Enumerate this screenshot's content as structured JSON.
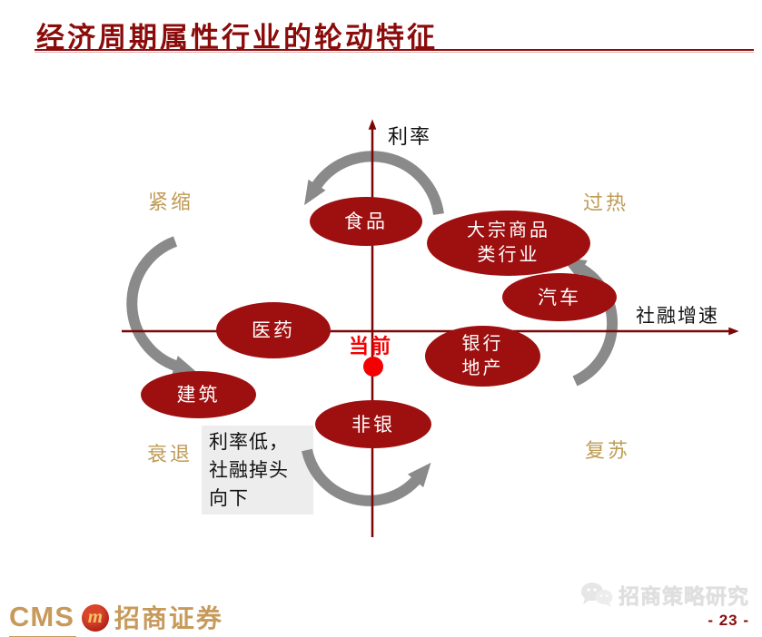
{
  "title": "经济周期属性行业的轮动特征",
  "diagram": {
    "y_axis_label": "利率",
    "x_axis_label": "社融增速",
    "quadrants": {
      "top_left": "紧缩",
      "top_right": "过热",
      "bottom_left": "衰退",
      "bottom_right": "复苏"
    },
    "industries": [
      {
        "id": "food",
        "lines": [
          "食品"
        ]
      },
      {
        "id": "commodities",
        "lines": [
          "大宗商品",
          "类行业"
        ]
      },
      {
        "id": "auto",
        "lines": [
          "汽车"
        ]
      },
      {
        "id": "pharma",
        "lines": [
          "医药"
        ]
      },
      {
        "id": "bank-realestate",
        "lines": [
          "银行",
          "地产"
        ]
      },
      {
        "id": "construction",
        "lines": [
          "建筑"
        ]
      },
      {
        "id": "non-bank",
        "lines": [
          "非银"
        ]
      }
    ],
    "current_label": "当前",
    "note_lines": [
      "利率低，",
      "社融掉头",
      "向下"
    ]
  },
  "footer": {
    "logo_cms": "CMS",
    "logo_monogram": "m",
    "logo_company": "招商证券",
    "watermark": "招商策略研究",
    "page_number": "- 23 -"
  },
  "colors": {
    "title-red": "#8B0B0B",
    "ellipse-red": "#9E0F10",
    "axis-red": "#7B0606",
    "gold": "#BF9B55",
    "arrow-gray": "#8A8A8A",
    "highlight-red": "#F40000",
    "note-bg": "#EDEDED",
    "watermark-gray": "#DFDFDF",
    "logo-gold": "#C79A5B"
  }
}
